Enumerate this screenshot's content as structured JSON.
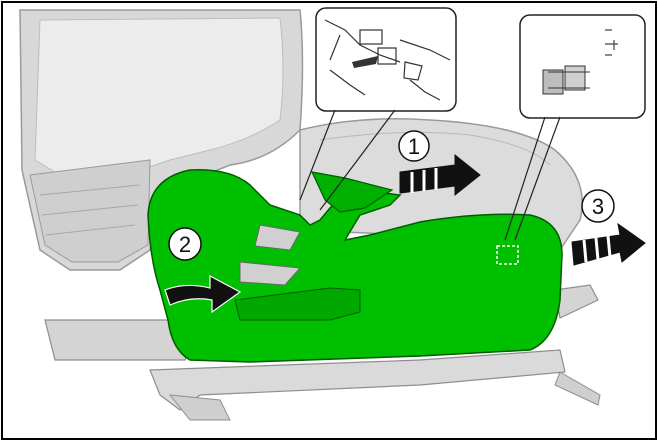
{
  "figure": {
    "steps": [
      {
        "number": "1",
        "arrow": "arrow-right-striped"
      },
      {
        "number": "2",
        "arrow": "arrow-curved-right"
      },
      {
        "number": "3",
        "arrow": "arrow-right-striped"
      }
    ],
    "colors": {
      "highlight": "#00bf00",
      "highlight_edge": "#005c00",
      "seat_gray": "#d6d6d6",
      "seat_gray_light": "#ececec",
      "line": "#222222"
    },
    "insets": [
      {
        "name": "clip-detail-left"
      },
      {
        "name": "clip-detail-right"
      }
    ]
  }
}
